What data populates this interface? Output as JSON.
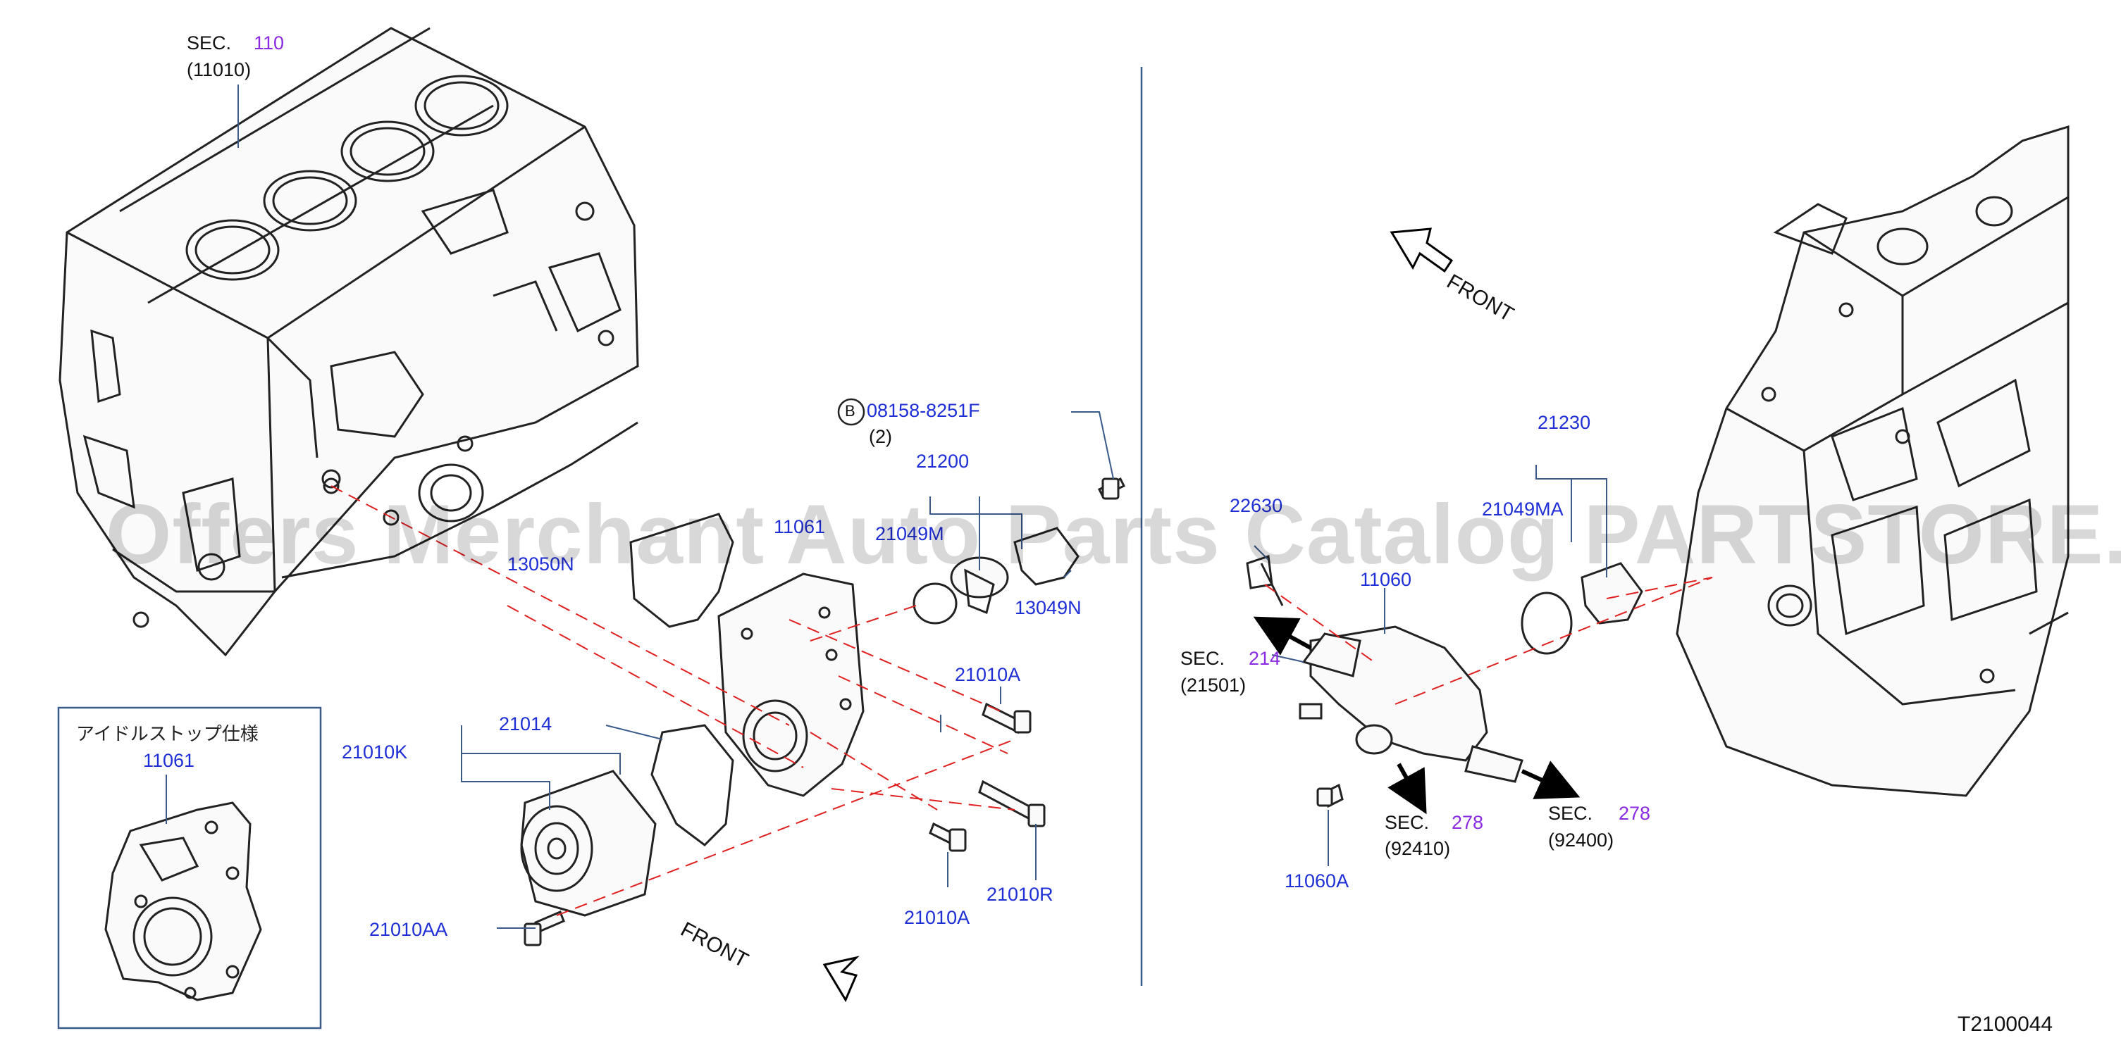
{
  "watermark": "Offers Merchant Auto Parts Catalog PARTSTORE.SA",
  "diagram_code": "T2100044",
  "front_label": "FRONT",
  "inset": {
    "title": "アイドルストップ仕様",
    "part": "11061"
  },
  "sec_blocks": [
    {
      "prefix": "SEC.",
      "num": "110",
      "ref": "(11010)"
    },
    {
      "prefix": "SEC.",
      "num": "214",
      "ref": "(21501)"
    },
    {
      "prefix": "SEC.",
      "num": "278",
      "ref": "(92410)"
    },
    {
      "prefix": "SEC.",
      "num": "278",
      "ref": "(92400)"
    }
  ],
  "bolt_callout": {
    "symbol": "B",
    "part": "08158-8251F",
    "qty": "(2)"
  },
  "parts": {
    "p21200": "21200",
    "p13049": "13049N",
    "p13050": "13050N",
    "p11061": "11061",
    "p21049": "21049M",
    "p21010A_top": "21010A",
    "p21010A_bot": "21010A",
    "p21010R": "21010R",
    "p21014": "21014",
    "p21010K": "21010K",
    "p21010AA": "21010AA",
    "p22630": "22630",
    "p21049MA": "21049MA",
    "p21230": "21230",
    "p11060": "11060",
    "p11060A": "11060A"
  }
}
